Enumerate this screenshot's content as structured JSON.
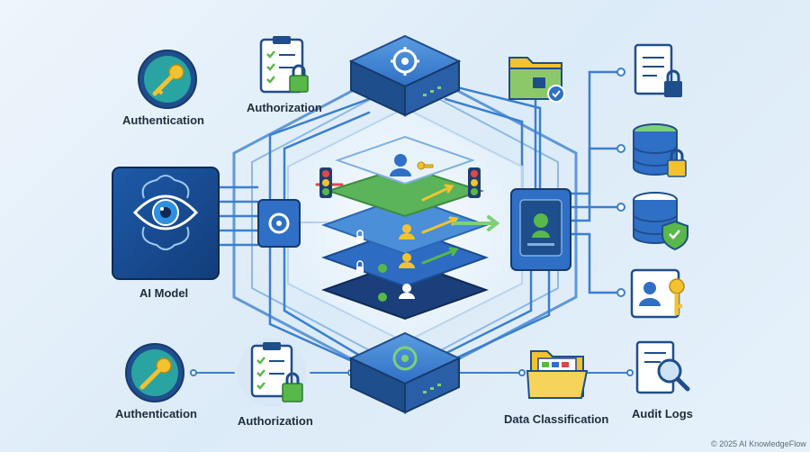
{
  "labels": {
    "auth_top": "Authentication",
    "authz_top": "Authorization",
    "ai_model": "AI Model",
    "auth_bottom": "Authentication",
    "authz_bottom": "Authorization",
    "data_class": "Data Classification",
    "audit": "Audit Logs"
  },
  "footer": {
    "copyright": "© 2025 AI KnowledgeFlow"
  },
  "colors": {
    "navy": "#1f4e8c",
    "blue": "#2f6fc6",
    "line": "#3a7fd0",
    "teal": "#2aa3a3",
    "green": "#58b84a",
    "yellow": "#f2c230",
    "red": "#e04848"
  },
  "icons": [
    "key-icon",
    "clipboard-check-icon",
    "padlock-icon",
    "brain-eye-icon",
    "gear-icon",
    "chip-icon",
    "server-icon",
    "folder-icon",
    "document-icon",
    "database-icon",
    "shield-check-icon",
    "id-card-icon",
    "magnifier-icon",
    "traffic-light-icon",
    "user-icon"
  ]
}
